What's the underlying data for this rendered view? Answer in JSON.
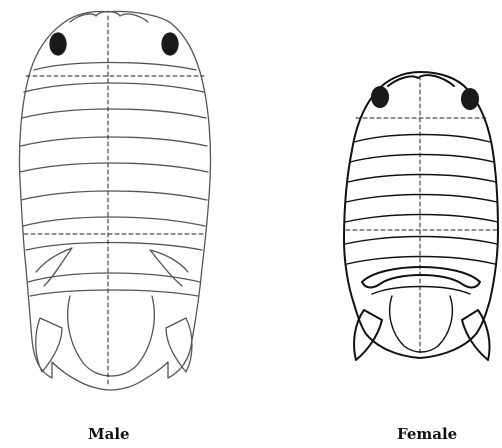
{
  "labels": {
    "male": "Male",
    "female": "Female"
  },
  "colors": {
    "outline_male": "#555555",
    "outline_female": "#111111",
    "eye": "#1a1a1a",
    "background": "#ffffff"
  },
  "figures": [
    {
      "name": "male-isopod",
      "style": "light outline"
    },
    {
      "name": "female-isopod",
      "style": "bold outline"
    }
  ]
}
